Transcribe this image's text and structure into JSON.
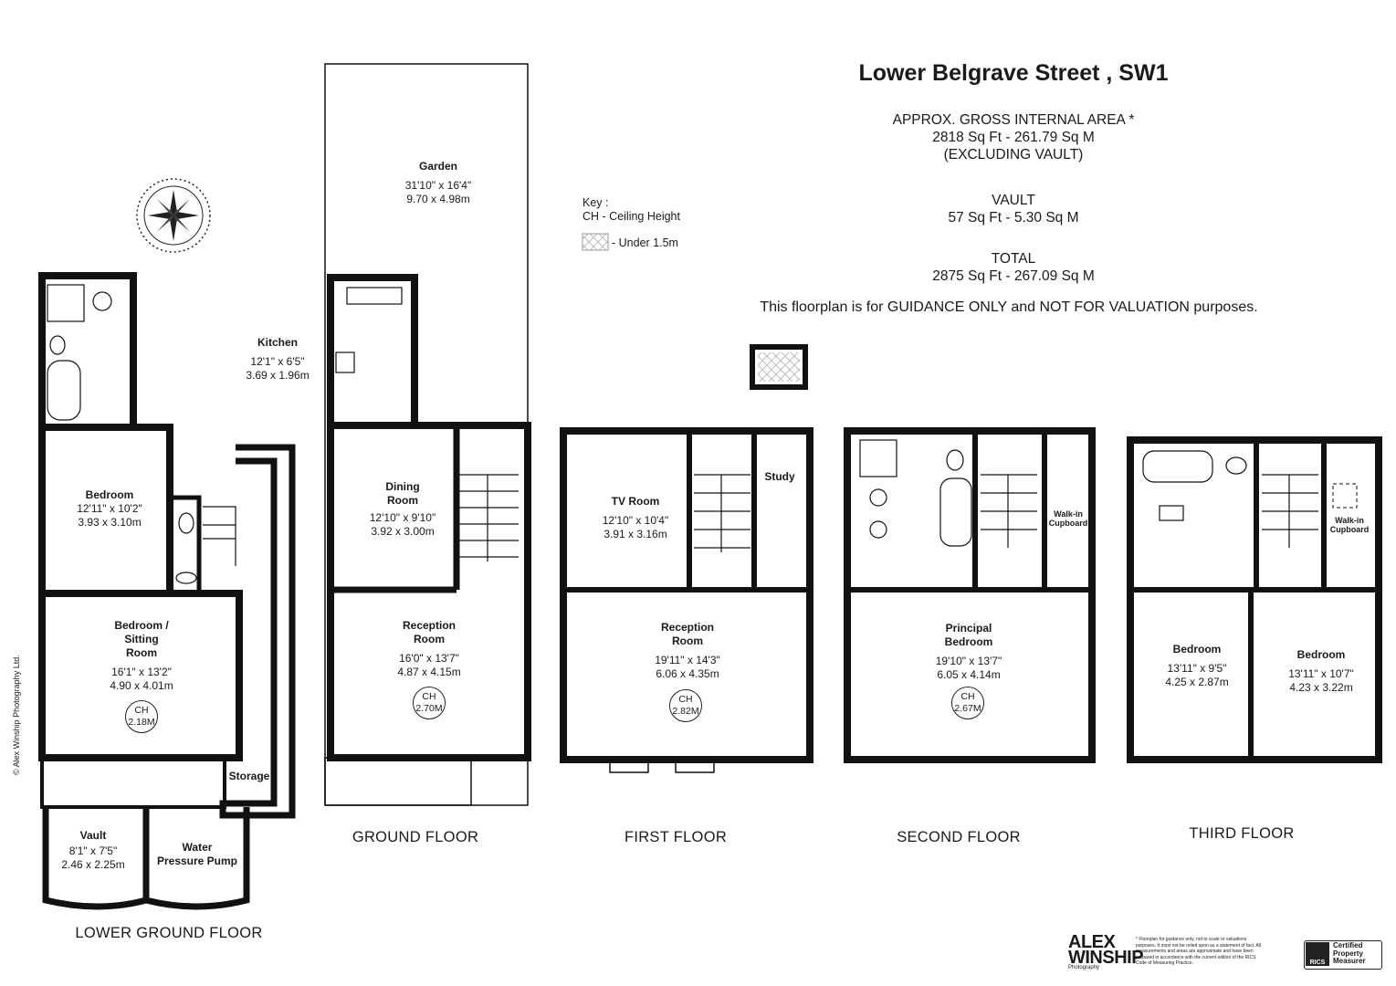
{
  "header": {
    "title": "Lower Belgrave Street , SW1",
    "gross_label": "APPROX. GROSS INTERNAL  AREA *",
    "gross_value": "2818 Sq Ft  -  261.79 Sq M",
    "gross_note": "(EXCLUDING VAULT)",
    "vault_label": "VAULT",
    "vault_value": "57 Sq Ft  -  5.30 Sq M",
    "total_label": "TOTAL",
    "total_value": "2875 Sq Ft  -  267.09 Sq M",
    "guidance": "This floorplan is for GUIDANCE ONLY and NOT FOR VALUATION purposes."
  },
  "key": {
    "title": "Key :",
    "ch": "CH - Ceiling Height",
    "under": "- Under 1.5m"
  },
  "floors": {
    "lower_ground": "LOWER GROUND FLOOR",
    "ground": "GROUND FLOOR",
    "first": "FIRST FLOOR",
    "second": "SECOND FLOOR",
    "third": "THIRD FLOOR"
  },
  "rooms": {
    "lg_bedroom": {
      "name": "Bedroom",
      "imp": "12'11\" x 10'2\"",
      "met": "3.93 x 3.10m"
    },
    "lg_sitting": {
      "name1": "Bedroom /",
      "name2": "Sitting",
      "name3": "Room",
      "imp": "16'1\" x 13'2\"",
      "met": "4.90 x 4.01m",
      "ch1": "CH",
      "ch2": "2.18M"
    },
    "storage": {
      "name": "Storage"
    },
    "vault": {
      "name": "Vault",
      "imp": "8'1\" x 7'5\"",
      "met": "2.46 x 2.25m"
    },
    "pump": {
      "name1": "Water",
      "name2": "Pressure Pump"
    },
    "kitchen": {
      "name": "Kitchen",
      "imp": "12'1\" x 6'5\"",
      "met": "3.69 x 1.96m"
    },
    "garden": {
      "name": "Garden",
      "imp": "31'10\" x 16'4\"",
      "met": "9.70 x 4.98m"
    },
    "dining": {
      "name1": "Dining",
      "name2": "Room",
      "imp": "12'10\" x 9'10\"",
      "met": "3.92 x 3.00m"
    },
    "g_reception": {
      "name1": "Reception",
      "name2": "Room",
      "imp": "16'0\" x 13'7\"",
      "met": "4.87 x 4.15m",
      "ch1": "CH",
      "ch2": "2.70M"
    },
    "tv": {
      "name": "TV Room",
      "imp": "12'10\" x 10'4\"",
      "met": "3.91 x 3.16m"
    },
    "study": {
      "name": "Study"
    },
    "f_reception": {
      "name1": "Reception",
      "name2": "Room",
      "imp": "19'11\" x 14'3\"",
      "met": "6.06 x 4.35m",
      "ch1": "CH",
      "ch2": "2.82M"
    },
    "principal": {
      "name1": "Principal",
      "name2": "Bedroom",
      "imp": "19'10\" x 13'7\"",
      "met": "6.05 x 4.14m",
      "ch1": "CH",
      "ch2": "2.67M"
    },
    "walkin2": {
      "name1": "Walk-in",
      "name2": "Cupboard"
    },
    "t_bed1": {
      "name": "Bedroom",
      "imp": "13'11\" x 9'5\"",
      "met": "4.25 x 2.87m"
    },
    "t_bed2": {
      "name": "Bedroom",
      "imp": "13'11\" x 10'7\"",
      "met": "4.23 x 3.22m"
    },
    "walkin3": {
      "name1": "Walk-in",
      "name2": "Cupboard"
    }
  },
  "footer": {
    "copyright": "© Alex Winship Photography Ltd.",
    "brand1": "ALEX",
    "brand2": "WINSHIP",
    "brand_sub": "Photography",
    "disclaimer": "* Floorplan for guidance only, not to scale or valuations purposes. It must not be relied upon as a statement of fact. All measurements and areas are approximate and have been prepared in accordance with the current edition of the RICS Code of Measuring Practice.",
    "rics": "RICS",
    "rics_cert1": "Certified",
    "rics_cert2": "Property",
    "rics_cert3": "Measurer"
  }
}
